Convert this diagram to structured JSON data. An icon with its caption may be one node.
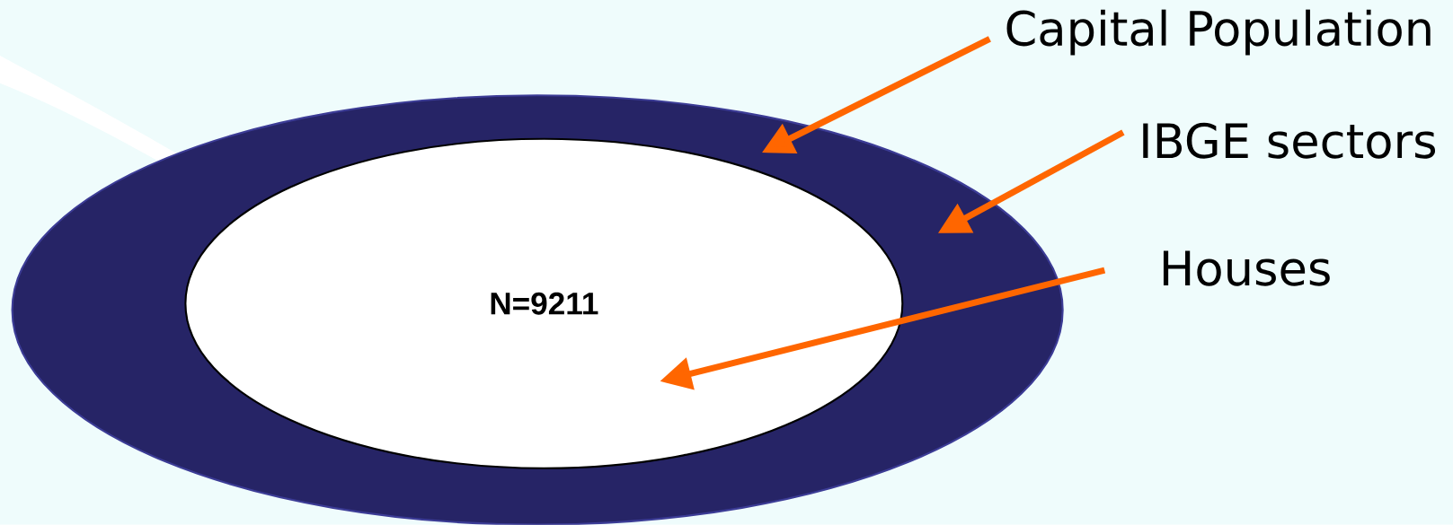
{
  "diagram": {
    "nodes": [
      {
        "text": [],
        "shape": "ellipse"
      },
      {
        "text": [
          "N=9211"
        ],
        "in": 0
      },
      {
        "text": [
          "Capital Population"
        ]
      },
      {
        "text": [
          "IBGE sectors"
        ]
      },
      {
        "text": [
          "Houses"
        ]
      }
    ],
    "edges": [
      {
        "from": 2,
        "to": 0,
        "arrow": "to"
      },
      {
        "from": 3,
        "to": 0,
        "arrow": "to"
      },
      {
        "from": 4,
        "to": 1,
        "arrow": "to"
      }
    ]
  }
}
